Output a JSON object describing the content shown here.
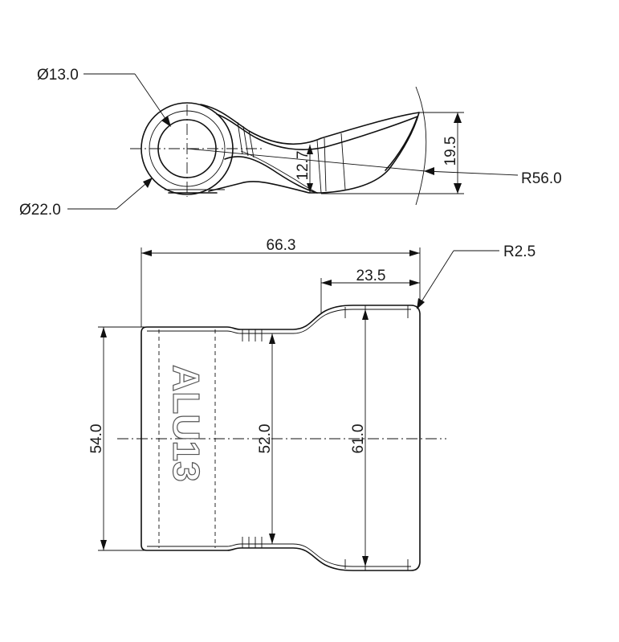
{
  "dimensions": {
    "inner_diameter": "Ø13.0",
    "outer_diameter": "Ø22.0",
    "bend_radius": "R56.0",
    "side_height": "19.5",
    "inner_gap": "12.7",
    "overall_length": "66.3",
    "flange_length": "23.5",
    "corner_radius": "R2.5",
    "total_width": "54.0",
    "neck_width": "52.0",
    "flange_width": "61.0"
  },
  "stamp": {
    "text": "ALU13"
  }
}
